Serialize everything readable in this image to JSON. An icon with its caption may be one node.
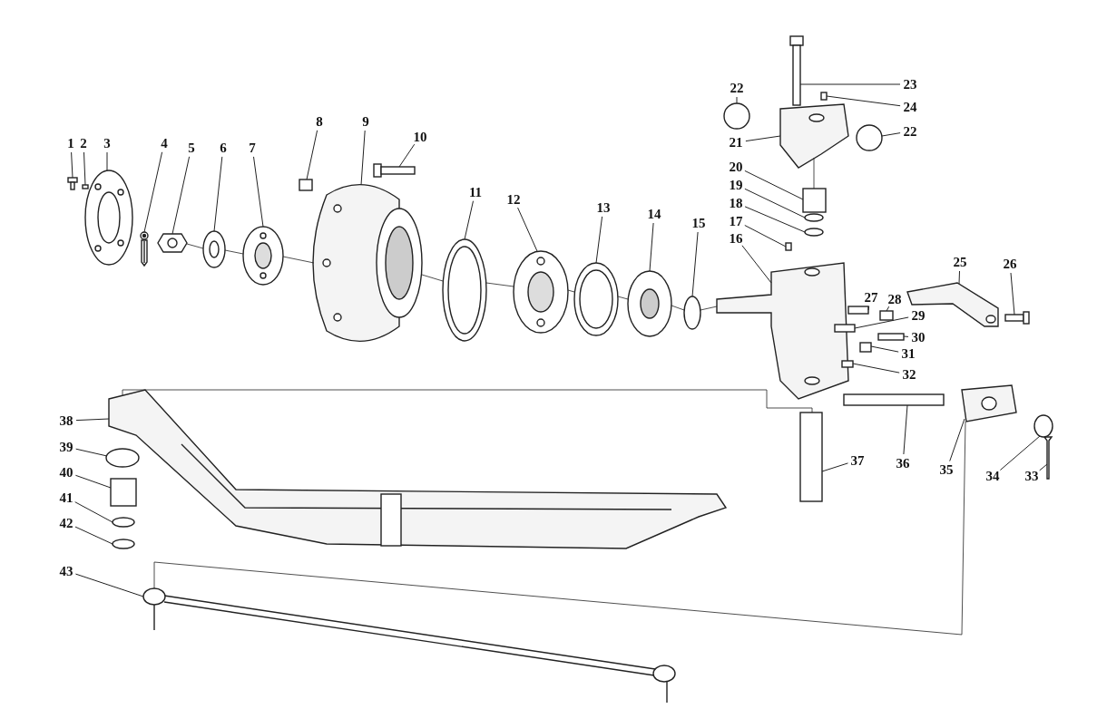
{
  "diagram": {
    "nodes": [
      {
        "text": [
          "1"
        ]
      },
      {
        "text": [
          "2"
        ]
      },
      {
        "text": [
          "3"
        ]
      },
      {
        "text": [
          "4"
        ]
      },
      {
        "text": [
          "5"
        ]
      },
      {
        "text": [
          "6"
        ]
      },
      {
        "text": [
          "7"
        ]
      },
      {
        "text": [
          "8"
        ]
      },
      {
        "text": [
          "9"
        ]
      },
      {
        "text": [
          "10"
        ]
      },
      {
        "text": [
          "11"
        ]
      },
      {
        "text": [
          "12"
        ]
      },
      {
        "text": [
          "13"
        ]
      },
      {
        "text": [
          "14"
        ]
      },
      {
        "text": [
          "15"
        ]
      },
      {
        "text": [
          "16"
        ]
      },
      {
        "text": [
          "17"
        ]
      },
      {
        "text": [
          "18"
        ]
      },
      {
        "text": [
          "19"
        ]
      },
      {
        "text": [
          "20"
        ]
      },
      {
        "text": [
          "21"
        ]
      },
      {
        "text": [
          "22"
        ]
      },
      {
        "text": [
          "22"
        ]
      },
      {
        "text": [
          "23"
        ]
      },
      {
        "text": [
          "24"
        ]
      },
      {
        "text": [
          "25"
        ]
      },
      {
        "text": [
          "26"
        ]
      },
      {
        "text": [
          "27"
        ]
      },
      {
        "text": [
          "28"
        ]
      },
      {
        "text": [
          "29"
        ]
      },
      {
        "text": [
          "30"
        ]
      },
      {
        "text": [
          "31"
        ]
      },
      {
        "text": [
          "32"
        ]
      },
      {
        "text": [
          "33"
        ]
      },
      {
        "text": [
          "34"
        ]
      },
      {
        "text": [
          "35"
        ]
      },
      {
        "text": [
          "36"
        ]
      },
      {
        "text": [
          "37"
        ]
      },
      {
        "text": [
          "38"
        ]
      },
      {
        "text": [
          "39"
        ]
      },
      {
        "text": [
          "40"
        ]
      },
      {
        "text": [
          "41"
        ]
      },
      {
        "text": [
          "42"
        ]
      },
      {
        "text": [
          "43"
        ]
      },
      {
        "text": [],
        "shape": "picture"
      },
      {
        "text": [],
        "shape": "box"
      },
      {
        "text": [],
        "shape": "picture"
      },
      {
        "text": [],
        "shape": "picture"
      },
      {
        "text": [],
        "shape": "picture"
      },
      {
        "text": [],
        "shape": "picture"
      },
      {
        "text": [],
        "shape": "picture"
      },
      {
        "text": [],
        "shape": "box"
      },
      {
        "text": [],
        "shape": "picture"
      },
      {
        "text": [],
        "shape": "picture"
      },
      {
        "text": [],
        "shape": "picture"
      },
      {
        "text": [],
        "shape": "picture"
      },
      {
        "text": [],
        "shape": "picture"
      },
      {
        "text": [],
        "shape": "picture"
      },
      {
        "text": [],
        "shape": "circle"
      },
      {
        "text": [],
        "shape": "picture"
      },
      {
        "text": [],
        "shape": "box"
      },
      {
        "text": [],
        "shape": "circle"
      },
      {
        "text": [],
        "shape": "circle"
      },
      {
        "text": [],
        "shape": "box"
      },
      {
        "text": [],
        "shape": "picture"
      },
      {
        "text": [],
        "shape": "circle"
      },
      {
        "text": [],
        "shape": "circle"
      },
      {
        "text": [],
        "shape": "picture"
      },
      {
        "text": [],
        "shape": "box"
      },
      {
        "text": [],
        "shape": "picture"
      },
      {
        "text": [],
        "shape": "picture"
      },
      {
        "text": [],
        "shape": "box"
      },
      {
        "text": [],
        "shape": "box"
      },
      {
        "text": [],
        "shape": "box"
      },
      {
        "text": [],
        "shape": "box"
      },
      {
        "text": [],
        "shape": "box"
      },
      {
        "text": [],
        "shape": "box"
      },
      {
        "text": [],
        "shape": "picture"
      },
      {
        "text": [],
        "shape": "circle"
      },
      {
        "text": [],
        "shape": "picture"
      },
      {
        "text": [],
        "shape": "box"
      },
      {
        "text": [],
        "shape": "box"
      },
      {
        "text": [],
        "shape": "picture"
      },
      {
        "text": [],
        "shape": "circle"
      },
      {
        "text": [],
        "shape": "box"
      },
      {
        "text": [],
        "shape": "circle"
      },
      {
        "text": [],
        "shape": "circle"
      },
      {
        "text": [],
        "shape": "picture"
      }
    ],
    "edges": [
      {
        "from": 0,
        "to": 44,
        "arrow": "none"
      },
      {
        "from": 1,
        "to": 45,
        "arrow": "none"
      },
      {
        "from": 2,
        "to": 46,
        "arrow": "none"
      },
      {
        "from": 3,
        "to": 47,
        "arrow": "none"
      },
      {
        "from": 4,
        "to": 48,
        "arrow": "none"
      },
      {
        "from": 5,
        "to": 49,
        "arrow": "none"
      },
      {
        "from": 6,
        "to": 50,
        "arrow": "none"
      },
      {
        "from": 7,
        "to": 51,
        "arrow": "none"
      },
      {
        "from": 8,
        "to": 52,
        "arrow": "none"
      },
      {
        "from": 9,
        "to": 53,
        "arrow": "none"
      },
      {
        "from": 10,
        "to": 54,
        "arrow": "none"
      },
      {
        "from": 11,
        "to": 55,
        "arrow": "none"
      },
      {
        "from": 12,
        "to": 56,
        "arrow": "none"
      },
      {
        "from": 13,
        "to": 57,
        "arrow": "none"
      },
      {
        "from": 14,
        "to": 58,
        "arrow": "none"
      },
      {
        "from": 15,
        "to": 59,
        "arrow": "none"
      },
      {
        "from": 16,
        "to": 60,
        "arrow": "none"
      },
      {
        "from": 17,
        "to": 61,
        "arrow": "none"
      },
      {
        "from": 18,
        "to": 62,
        "arrow": "none"
      },
      {
        "from": 19,
        "to": 63,
        "arrow": "none"
      },
      {
        "from": 20,
        "to": 64,
        "arrow": "none"
      },
      {
        "from": 21,
        "to": 65,
        "arrow": "none"
      },
      {
        "from": 22,
        "to": 66,
        "arrow": "none"
      },
      {
        "from": 23,
        "to": 67,
        "arrow": "none"
      },
      {
        "from": 24,
        "to": 68,
        "arrow": "none"
      },
      {
        "from": 25,
        "to": 69,
        "arrow": "none"
      },
      {
        "from": 26,
        "to": 70,
        "arrow": "none"
      },
      {
        "from": 27,
        "to": 71,
        "arrow": "none"
      },
      {
        "from": 28,
        "to": 72,
        "arrow": "none"
      },
      {
        "from": 29,
        "to": 73,
        "arrow": "none"
      },
      {
        "from": 30,
        "to": 74,
        "arrow": "none"
      },
      {
        "from": 31,
        "to": 75,
        "arrow": "none"
      },
      {
        "from": 32,
        "to": 76,
        "arrow": "none"
      },
      {
        "from": 33,
        "to": 77,
        "arrow": "none"
      },
      {
        "from": 34,
        "to": 78,
        "arrow": "none"
      },
      {
        "from": 35,
        "to": 79,
        "arrow": "none"
      },
      {
        "from": 36,
        "to": 80,
        "arrow": "none"
      },
      {
        "from": 37,
        "to": 81,
        "arrow": "none"
      },
      {
        "from": 38,
        "to": 82,
        "arrow": "none"
      },
      {
        "from": 39,
        "to": 83,
        "arrow": "none"
      },
      {
        "from": 40,
        "to": 84,
        "arrow": "none"
      },
      {
        "from": 41,
        "to": 85,
        "arrow": "none"
      },
      {
        "from": 42,
        "to": 86,
        "arrow": "none"
      },
      {
        "from": 43,
        "to": 87,
        "arrow": "none"
      },
      {
        "from": 48,
        "to": 49,
        "arrow": "none"
      },
      {
        "from": 49,
        "to": 50,
        "arrow": "none"
      },
      {
        "from": 50,
        "to": 52,
        "arrow": "none"
      },
      {
        "from": 52,
        "to": 54,
        "arrow": "none"
      },
      {
        "from": 54,
        "to": 55,
        "arrow": "none"
      },
      {
        "from": 55,
        "to": 56,
        "arrow": "none"
      },
      {
        "from": 56,
        "to": 57,
        "arrow": "none"
      },
      {
        "from": 57,
        "to": 58,
        "arrow": "none"
      },
      {
        "from": 58,
        "to": 59,
        "arrow": "none"
      },
      {
        "from": 64,
        "to": 63,
        "arrow": "none"
      },
      {
        "from": 82,
        "to": 81,
        "arrow": "none"
      },
      {
        "from": 87,
        "to": 79,
        "arrow": "none"
      }
    ]
  }
}
